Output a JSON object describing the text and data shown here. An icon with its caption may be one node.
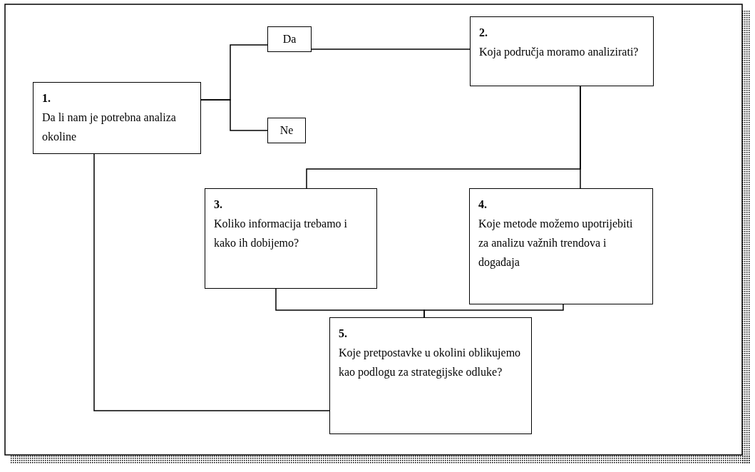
{
  "diagram": {
    "nodes": [
      {
        "text": [
          "1.",
          "Da li nam je potrebna analiza okoline"
        ]
      },
      {
        "text": [
          "Da"
        ]
      },
      {
        "text": [
          "Ne"
        ]
      },
      {
        "text": [
          "2.",
          "Koja područja moramo analizirati?"
        ]
      },
      {
        "text": [
          "3.",
          "Koliko informacija trebamo i kako ih dobijemo?"
        ]
      },
      {
        "text": [
          "4.",
          "Koje metode možemo upotrijebiti za analizu važnih trendova i događaja"
        ]
      },
      {
        "text": [
          "5.",
          "Koje pretpostavke u okolini oblikujemo kao podlogu za strategijske odluke?"
        ]
      }
    ],
    "edges": [
      {
        "from": 0,
        "to": 1,
        "arrow": "none"
      },
      {
        "from": 0,
        "to": 2,
        "arrow": "none"
      },
      {
        "from": 1,
        "to": 3,
        "arrow": "none"
      },
      {
        "from": 3,
        "to": 4,
        "arrow": "none"
      },
      {
        "from": 3,
        "to": 5,
        "arrow": "none"
      },
      {
        "from": 4,
        "to": 6,
        "arrow": "none"
      },
      {
        "from": 5,
        "to": 6,
        "arrow": "none"
      },
      {
        "from": 0,
        "to": 6,
        "arrow": "none"
      }
    ]
  }
}
